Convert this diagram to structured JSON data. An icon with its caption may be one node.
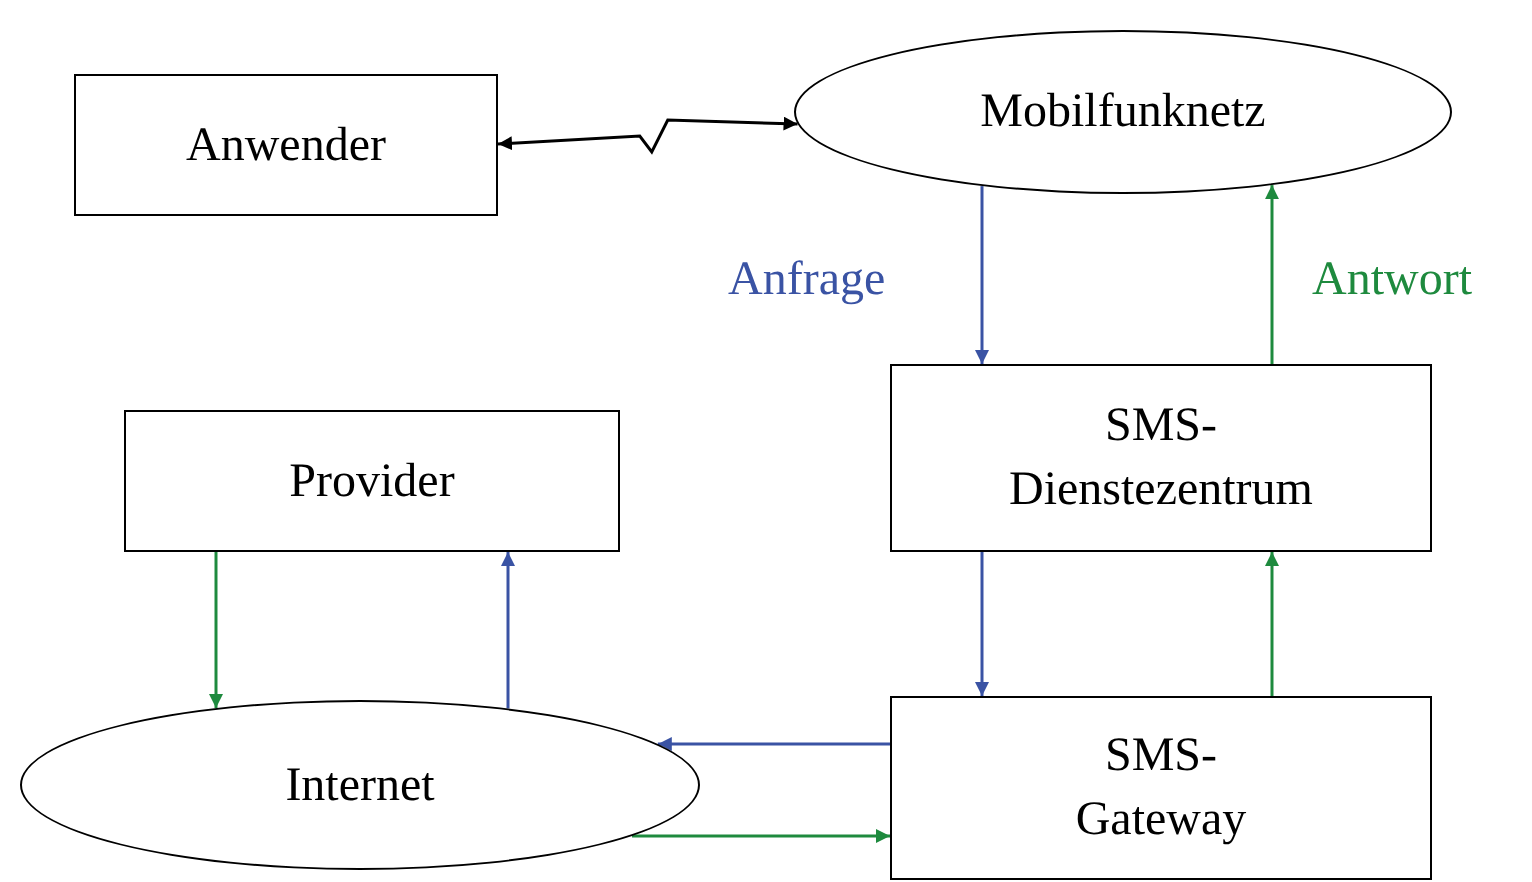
{
  "diagram": {
    "nodes": [
      {
        "text": [
          "Anwender"
        ]
      },
      {
        "text": [
          "Mobilfunknetz"
        ]
      },
      {
        "text": [
          "SMS- Dienstezentrum"
        ]
      },
      {
        "text": [
          "Provider"
        ]
      },
      {
        "text": [
          "Internet"
        ]
      },
      {
        "text": [
          "SMS- Gateway"
        ]
      }
    ],
    "edges": [
      {
        "from": 0,
        "to": 1,
        "arrow": "both",
        "color": "#000000"
      },
      {
        "from": 1,
        "to": 2,
        "arrow": "to",
        "label": "Anfrage",
        "color": "#3a53a4"
      },
      {
        "from": 2,
        "to": 1,
        "arrow": "to",
        "label": "Antwort",
        "color": "#1e8a3e"
      },
      {
        "from": 2,
        "to": 5,
        "arrow": "to",
        "color": "#3a53a4"
      },
      {
        "from": 5,
        "to": 2,
        "arrow": "to",
        "color": "#1e8a3e"
      },
      {
        "from": 3,
        "to": 4,
        "arrow": "to",
        "color": "#1e8a3e"
      },
      {
        "from": 4,
        "to": 3,
        "arrow": "to",
        "color": "#3a53a4"
      },
      {
        "from": 5,
        "to": 4,
        "arrow": "to",
        "color": "#3a53a4"
      },
      {
        "from": 4,
        "to": 5,
        "arrow": "to",
        "color": "#1e8a3e"
      }
    ]
  }
}
